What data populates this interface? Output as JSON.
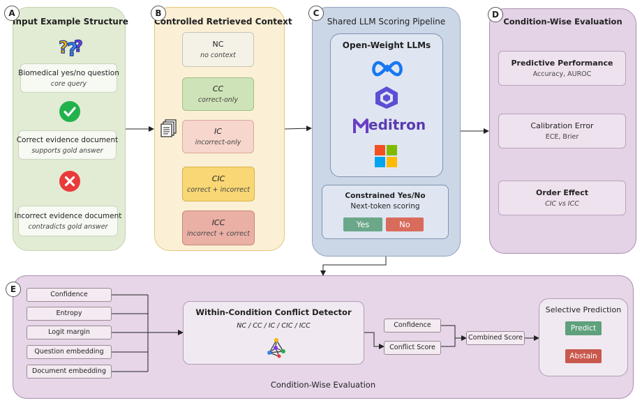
{
  "panelA": {
    "badge": "A",
    "title": "Input Example Structure",
    "question": {
      "title": "Biomedical yes/no question",
      "sub": "core query"
    },
    "correct": {
      "title": "Correct evidence document",
      "sub": "supports gold answer"
    },
    "incorrect": {
      "title": "Incorrect evidence document",
      "sub": "contradicts gold answer"
    }
  },
  "panelB": {
    "badge": "B",
    "title": "Controlled Retrieved Context",
    "conditions": [
      {
        "code": "NC",
        "desc": "no context"
      },
      {
        "code": "CC",
        "desc": "correct-only"
      },
      {
        "code": "IC",
        "desc": "incorrect-only"
      },
      {
        "code": "CIC",
        "desc": "correct + incorrect"
      },
      {
        "code": "ICC",
        "desc": "incorrect + correct"
      }
    ]
  },
  "panelC": {
    "badge": "C",
    "title": "Shared LLM Scoring Pipeline",
    "llms_title": "Open-Weight LLMs",
    "meditron": "editron",
    "scoring_line1": "Constrained Yes/No",
    "scoring_line2": "Next-token scoring",
    "yes": "Yes",
    "no": "No"
  },
  "panelD": {
    "badge": "D",
    "title": "Condition-Wise Evaluation",
    "metrics": [
      {
        "title": "Predictive Performance",
        "sub": "Accuracy, AUROC"
      },
      {
        "title": "Calibration Error",
        "sub": "ECE, Brier"
      },
      {
        "title": "Order Effect",
        "sub": "CIC vs ICC"
      }
    ]
  },
  "panelE": {
    "badge": "E",
    "features": [
      "Confidence",
      "Entropy",
      "Logit margin",
      "Question embedding",
      "Document embedding"
    ],
    "detector_title": "Within-Condition Conflict Detector",
    "detector_sub": "NC / CC / IC / CIC / ICC",
    "confidence": "Confidence",
    "conflict_score": "Conflict Score",
    "combined": "Combined Score",
    "selective_title": "Selective Prediction",
    "predict": "Predict",
    "abstain": "Abstain",
    "footer": "Condition-Wise Evaluation"
  },
  "colors": {
    "panelA": "#e2ecd4",
    "panelB": "#fbf0d6",
    "panelC": "#cbd6e6",
    "panelD": "#e4d2e6",
    "panelE": "#e6d6e8",
    "yes": "#6aa889",
    "no": "#d96b5c",
    "predict": "#5fa07d",
    "abstain": "#c9584d"
  }
}
